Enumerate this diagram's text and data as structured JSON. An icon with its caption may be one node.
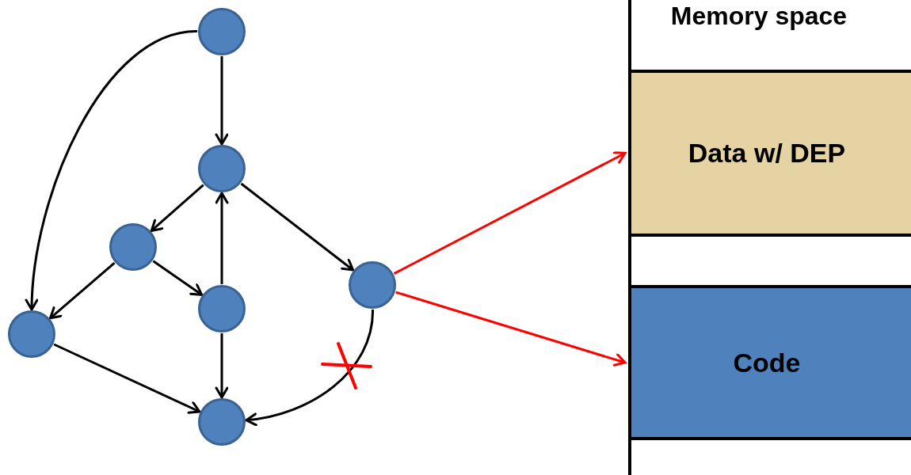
{
  "diagram": {
    "nodes": [
      {
        "text": [],
        "shape": "circle"
      },
      {
        "text": [],
        "shape": "circle"
      },
      {
        "text": [],
        "shape": "circle"
      },
      {
        "text": [],
        "shape": "circle"
      },
      {
        "text": [],
        "shape": "circle"
      },
      {
        "text": [],
        "shape": "circle"
      },
      {
        "text": [],
        "shape": "circle"
      },
      {
        "text": [
          "Memory space"
        ]
      },
      {
        "text": [
          "Data w/ DEP"
        ],
        "in": 7
      },
      {
        "text": [
          "Code"
        ],
        "in": 7
      }
    ],
    "edges": [
      {
        "from": 0,
        "to": 1,
        "arrow": "to"
      },
      {
        "from": 0,
        "to": 5,
        "arrow": "to"
      },
      {
        "from": 1,
        "to": 2,
        "arrow": "to"
      },
      {
        "from": 1,
        "to": 3,
        "arrow": "to"
      },
      {
        "from": 2,
        "to": 5,
        "arrow": "to"
      },
      {
        "from": 2,
        "to": 4,
        "arrow": "to"
      },
      {
        "from": 4,
        "to": 1,
        "arrow": "to"
      },
      {
        "from": 4,
        "to": 6,
        "arrow": "to"
      },
      {
        "from": 5,
        "to": 6,
        "arrow": "to"
      },
      {
        "from": 3,
        "to": 6,
        "arrow": "to"
      },
      {
        "from": 3,
        "to": 8,
        "arrow": "to",
        "color": "#ff0000"
      },
      {
        "from": 3,
        "to": 9,
        "arrow": "to",
        "color": "#ff0000"
      }
    ]
  }
}
